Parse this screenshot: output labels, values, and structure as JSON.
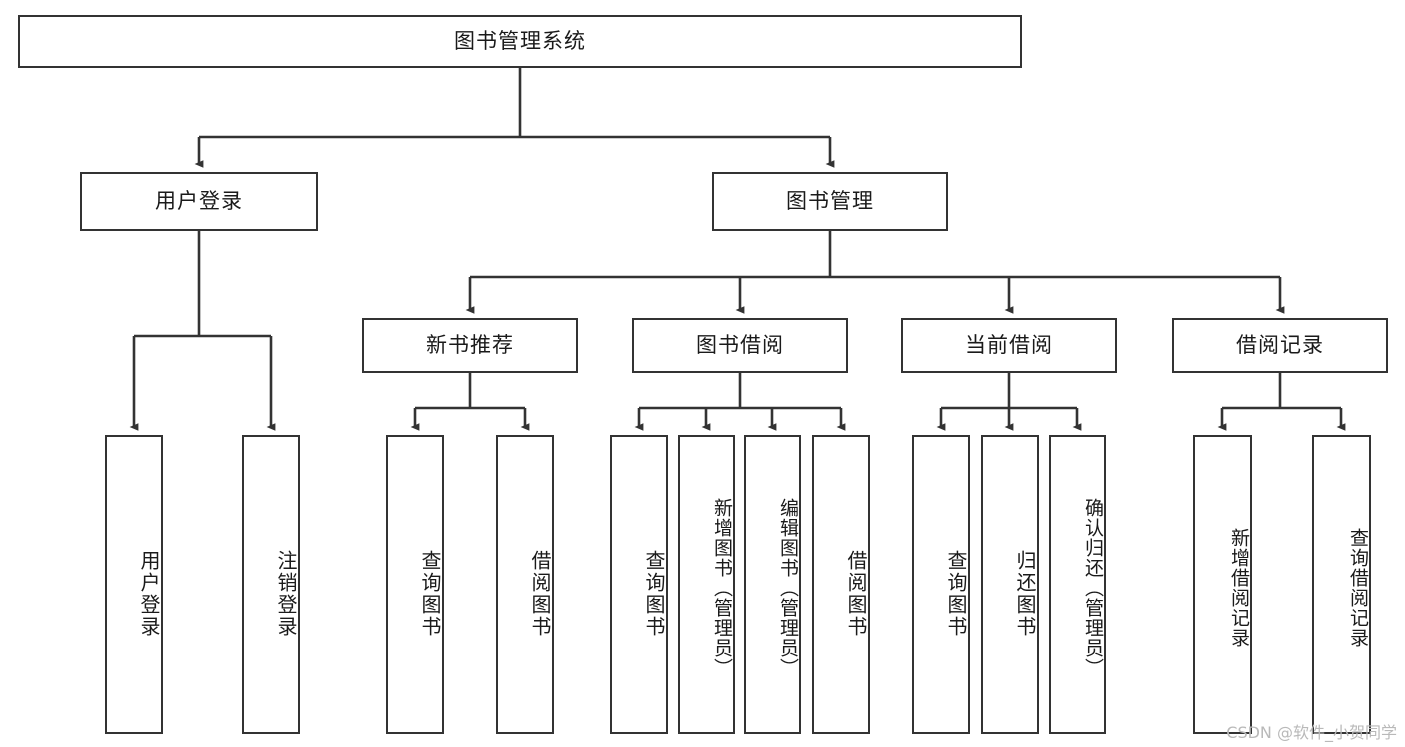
{
  "diagram": {
    "type": "tree-hierarchy",
    "title": "图书管理系统",
    "orientation": "top-down",
    "colors": {
      "box_border": "#333333",
      "box_fill": "#ffffff",
      "edge": "#333333",
      "text": "#1a1a1a",
      "watermark": "#b9b9b9",
      "background": "#ffffff"
    },
    "root": {
      "id": "root",
      "label": "图书管理系统",
      "level": 1
    },
    "level2": [
      {
        "id": "user-login",
        "label": "用户登录",
        "level": 2
      },
      {
        "id": "book-manage",
        "label": "图书管理",
        "level": 2
      }
    ],
    "level3": [
      {
        "id": "new-book-recommend",
        "label": "新书推荐",
        "level": 3,
        "parent": "book-manage"
      },
      {
        "id": "book-borrow",
        "label": "图书借阅",
        "level": 3,
        "parent": "book-manage"
      },
      {
        "id": "current-borrow",
        "label": "当前借阅",
        "level": 3,
        "parent": "book-manage"
      },
      {
        "id": "borrow-record",
        "label": "借阅记录",
        "level": 3,
        "parent": "book-manage"
      }
    ],
    "leaves": [
      {
        "id": "leaf-user-login",
        "label": "用户登录",
        "parent": "user-login"
      },
      {
        "id": "leaf-logout-login",
        "label": "注销登录",
        "parent": "user-login"
      },
      {
        "id": "leaf-query-book-1",
        "label": "查询图书",
        "parent": "new-book-recommend"
      },
      {
        "id": "leaf-borrow-book-1",
        "label": "借阅图书",
        "parent": "new-book-recommend"
      },
      {
        "id": "leaf-query-book-2",
        "label": "查询图书",
        "parent": "book-borrow"
      },
      {
        "id": "leaf-add-book",
        "label": "新增图书（管理员）",
        "parent": "book-borrow"
      },
      {
        "id": "leaf-edit-book",
        "label": "编辑图书（管理员）",
        "parent": "book-borrow"
      },
      {
        "id": "leaf-borrow-book-2",
        "label": "借阅图书",
        "parent": "book-borrow"
      },
      {
        "id": "leaf-query-book-3",
        "label": "查询图书",
        "parent": "current-borrow"
      },
      {
        "id": "leaf-return-book",
        "label": "归还图书",
        "parent": "current-borrow"
      },
      {
        "id": "leaf-confirm-return",
        "label": "确认归还（管理员）",
        "parent": "current-borrow"
      },
      {
        "id": "leaf-add-borrow-record",
        "label": "新增借阅记录",
        "parent": "borrow-record"
      },
      {
        "id": "leaf-query-borrow-record",
        "label": "查询借阅记录",
        "parent": "borrow-record"
      }
    ]
  },
  "watermark": {
    "text": "CSDN @软件_小贺同学"
  }
}
